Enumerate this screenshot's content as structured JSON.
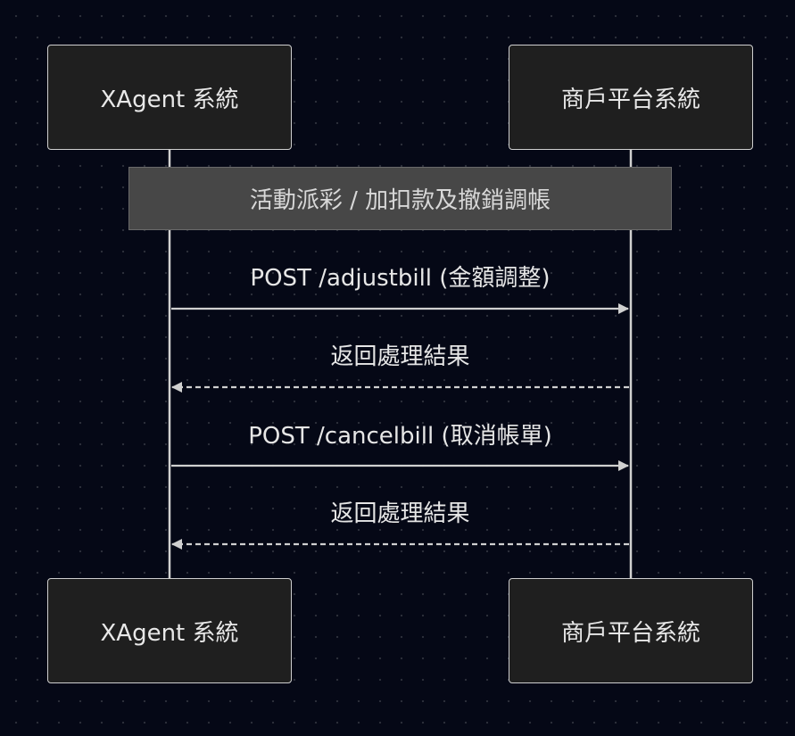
{
  "participants": {
    "xagent": "XAgent 系統",
    "merchant": "商戶平台系統"
  },
  "note": {
    "text": "活動派彩 / 加扣款及撤銷調帳"
  },
  "messages": [
    {
      "label": "POST /adjustbill (金額調整)",
      "direction": "request",
      "style": "solid"
    },
    {
      "label": "返回處理結果",
      "direction": "response",
      "style": "dashed"
    },
    {
      "label": "POST /cancelbill (取消帳單)",
      "direction": "request",
      "style": "solid"
    },
    {
      "label": "返回處理結果",
      "direction": "response",
      "style": "dashed"
    }
  ],
  "colors": {
    "background": "#050816",
    "line": "#d0d0d0",
    "actor_fill": "#1f1f1f",
    "note_fill": "#474747",
    "text": "#e6e6e6"
  }
}
